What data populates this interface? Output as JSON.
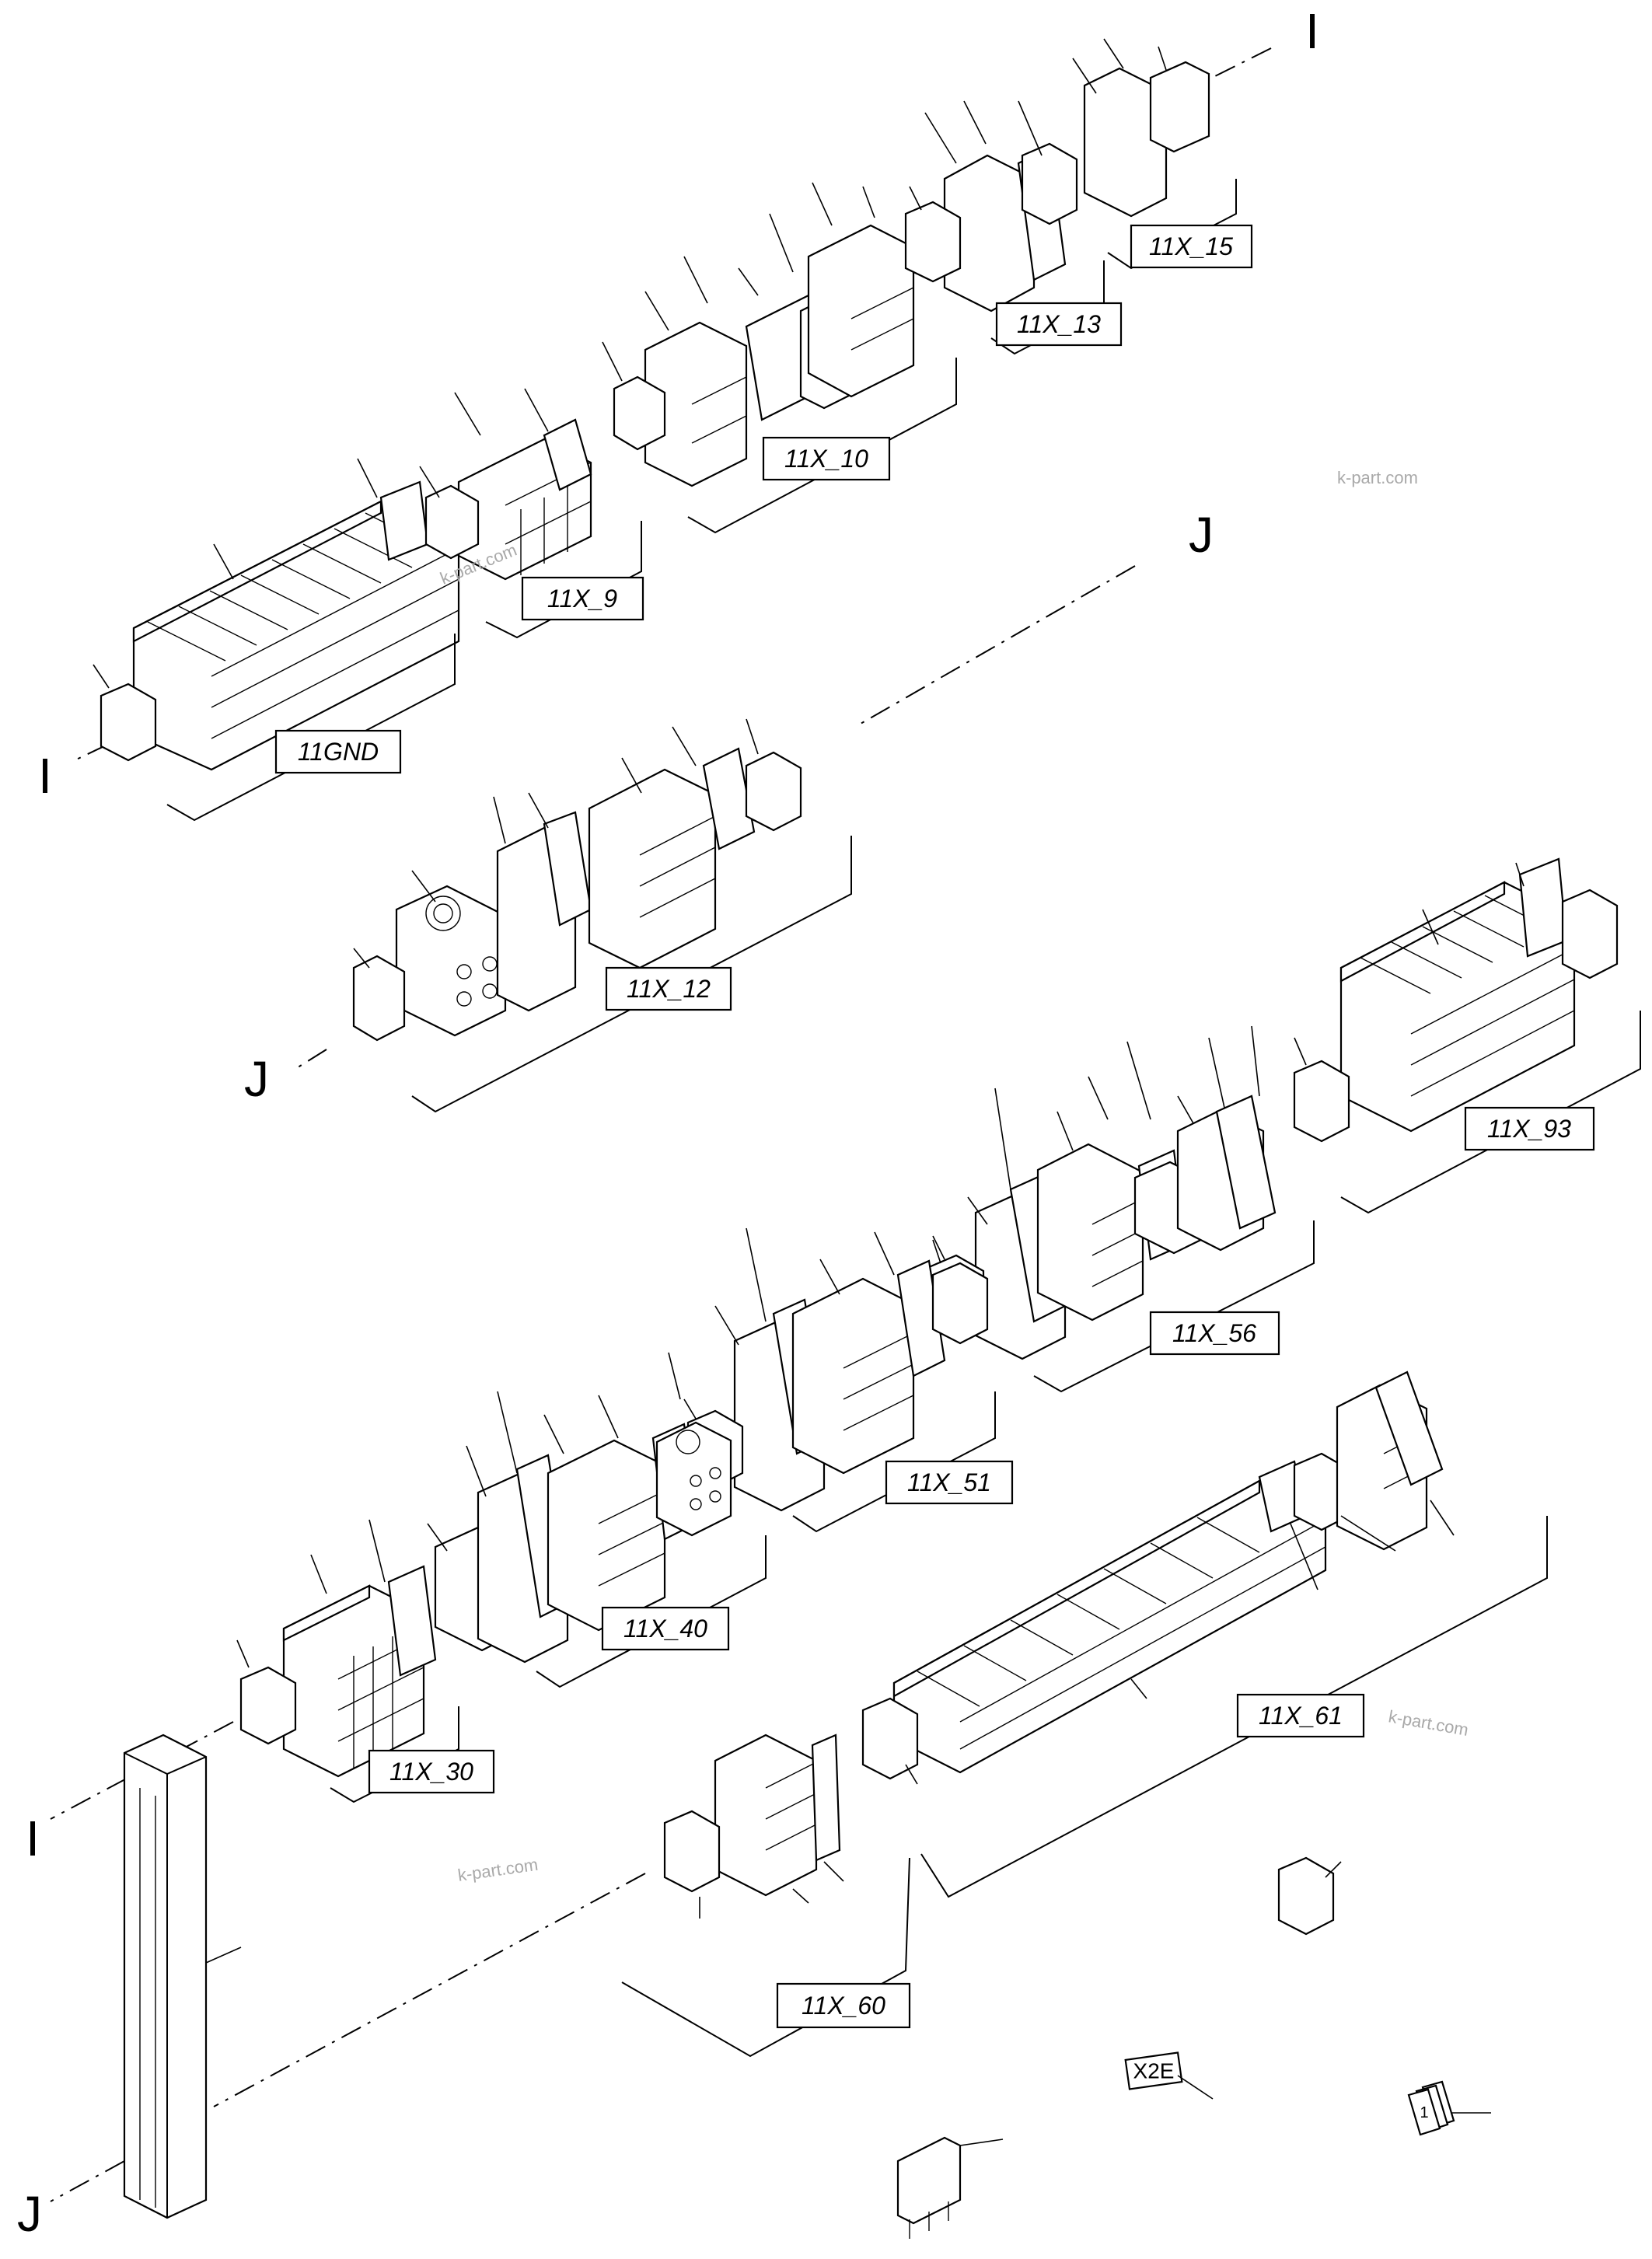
{
  "diagram": {
    "group_labels": [
      "11X_15",
      "11X_13",
      "11X_10",
      "11X_9",
      "11GND",
      "11X_12",
      "11X_93",
      "11X_56",
      "11X_51",
      "11X_40",
      "11X_30",
      "11X_61",
      "11X_60"
    ],
    "break_letters": [
      "I",
      "I",
      "J",
      "J",
      "I",
      "J"
    ],
    "watermark": "k-part.com",
    "marker_label": "X2E",
    "end_label": "1"
  }
}
